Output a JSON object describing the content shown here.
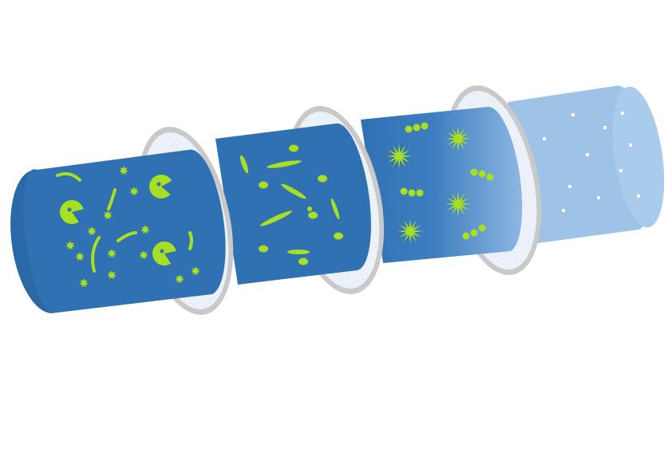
{
  "diagram": {
    "subject": "filtration-stages",
    "stage_count": 4,
    "filter_count": 3
  },
  "colors": {
    "background": "#ffffff",
    "pipe_dark": "#2f71b2",
    "pipe_mid": "#4e8bc8",
    "pipe_light": "#9fc3e6",
    "filter_face": "#eef3fa",
    "filter_rim": "#c9c9c9",
    "particle": "#a8e021",
    "clean_particle": "#ffffff"
  },
  "stages": [
    {
      "name": "raw-water-with-protozoa-and-bacteria"
    },
    {
      "name": "water-with-bacteria"
    },
    {
      "name": "water-with-viruses-and-cocci"
    },
    {
      "name": "clean-water"
    }
  ]
}
